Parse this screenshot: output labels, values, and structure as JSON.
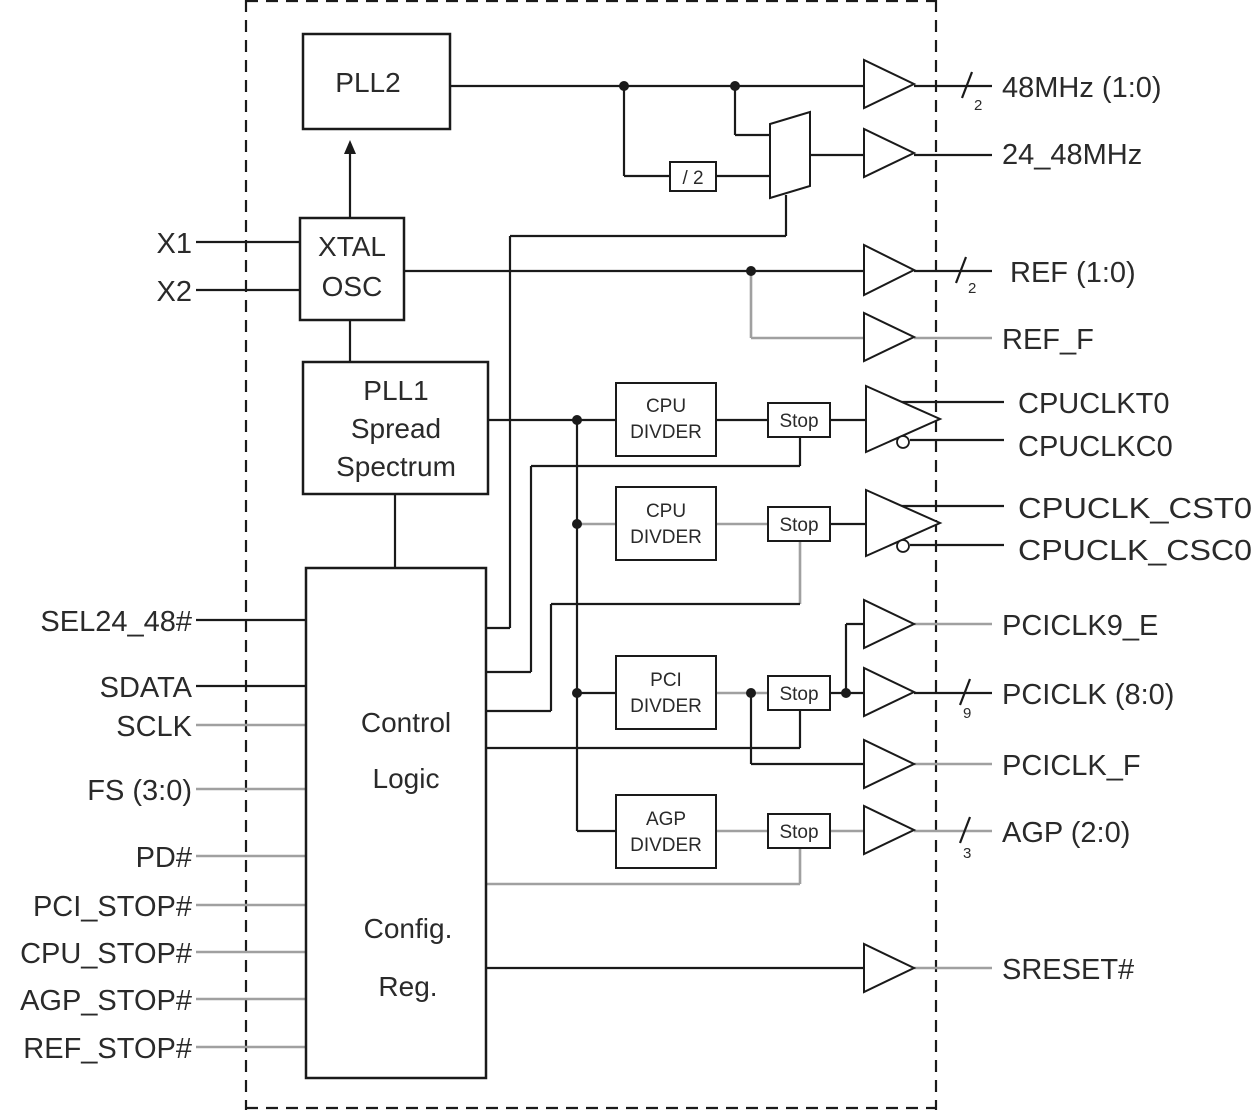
{
  "blocks": {
    "pll2": "PLL2",
    "xtal_line1": "XTAL",
    "xtal_line2": "OSC",
    "pll1_line1": "PLL1",
    "pll1_line2": "Spread",
    "pll1_line3": "Spectrum",
    "control_line1": "Control",
    "control_line2": "Logic",
    "config_line1": "Config.",
    "config_line2": "Reg.",
    "div2": "/ 2",
    "cpu_divider_1": [
      "CPU",
      "DIVDER"
    ],
    "cpu_divider_2": [
      "CPU",
      "DIVDER"
    ],
    "pci_divider": [
      "PCI",
      "DIVDER"
    ],
    "agp_divider": [
      "AGP",
      "DIVDER"
    ],
    "stop": "Stop"
  },
  "inputs": {
    "x1": "X1",
    "x2": "X2",
    "sel24_48": "SEL24_48#",
    "sdata": "SDATA",
    "sclk": "SCLK",
    "fs": "FS (3:0)",
    "pd": "PD#",
    "pci_stop": "PCI_STOP#",
    "cpu_stop": "CPU_STOP#",
    "agp_stop": "AGP_STOP#",
    "ref_stop": "REF_STOP#"
  },
  "outputs": {
    "mhz48": "48MHz (1:0)",
    "mhz24_48": "24_48MHz",
    "ref": "REF (1:0)",
    "ref_f": "REF_F",
    "cpuclkt0": "CPUCLKT0",
    "cpuclkc0": "CPUCLKC0",
    "cpuclk_cst0": "CPUCLK_CST0",
    "cpuclk_csc0": "CPUCLK_CSC0",
    "pciclk9_e": "PCICLK9_E",
    "pciclk": "PCICLK (8:0)",
    "pciclk_f": "PCICLK_F",
    "agp": "AGP (2:0)",
    "sreset": "SRESET#"
  },
  "bus_widths": {
    "mhz48": "2",
    "ref": "2",
    "pciclk": "9",
    "agp": "3"
  }
}
